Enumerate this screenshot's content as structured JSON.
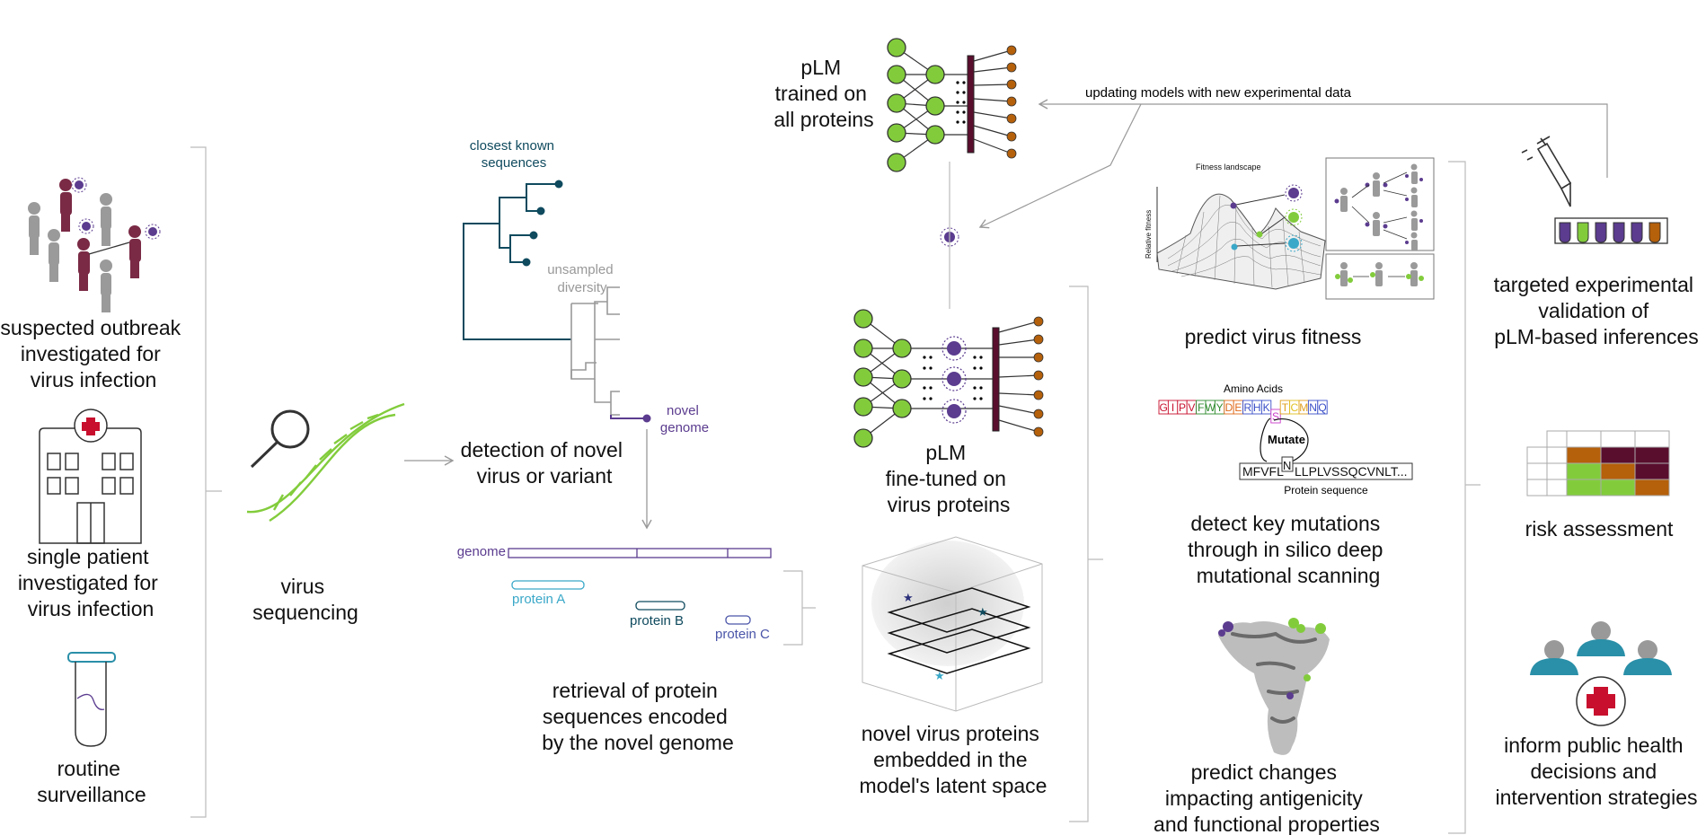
{
  "columns": {
    "input": {
      "outbreak": [
        "suspected outbreak",
        "investigated for",
        "virus infection"
      ],
      "patient": [
        "single patient",
        "investigated for",
        "virus infection"
      ],
      "surveillance": [
        "routine",
        "surveillance"
      ]
    },
    "sequencing": [
      "virus",
      "sequencing"
    ],
    "detection": {
      "tree_closest": [
        "closest known",
        "sequences"
      ],
      "tree_unsampled": [
        "unsampled",
        "diversity"
      ],
      "tree_novel": [
        "novel",
        "genome"
      ],
      "caption": [
        "detection of novel",
        "virus or variant"
      ]
    },
    "retrieval": {
      "genome_label": "genome",
      "protein_a": "protein A",
      "protein_b": "protein B",
      "protein_c": "protein C",
      "caption": [
        "retrieval of protein",
        "sequences encoded",
        "by the novel genome"
      ]
    },
    "models": {
      "base": [
        "pLM",
        "trained on",
        "all proteins"
      ],
      "finetuned": [
        "pLM",
        "fine-tuned on",
        "virus proteins"
      ],
      "latent": [
        "novel virus proteins",
        "embedded in the",
        "model's latent space"
      ],
      "feedback": "updating models with new experimental data"
    },
    "predictions": {
      "fitness_title": "Fitness landscape",
      "fitness_axis": "Relative fitness",
      "fitness": "predict virus fitness",
      "amino_acids_title": "Amino Acids",
      "amino_acids": [
        "G",
        "I",
        "P",
        "V",
        "F",
        "W",
        "Y",
        "D",
        "E",
        "R",
        "H",
        "K",
        "S",
        "T",
        "C",
        "M",
        "N",
        "Q"
      ],
      "mutate": "Mutate",
      "sequence_left": "MFVFL",
      "sequence_mut": "N",
      "sequence_right": "LLPLVSSQCVNLT...",
      "sequence_label": "Protein sequence",
      "mutations": [
        "detect key mutations",
        "through in silico deep",
        "mutational scanning"
      ],
      "antigenicity": [
        "predict changes",
        "impacting antigenicity",
        "and functional properties"
      ]
    },
    "actions": {
      "validation": [
        "targeted experimental",
        "validation of",
        "pLM-based inferences"
      ],
      "risk": "risk assessment",
      "public_health": [
        "inform public health",
        "decisions and",
        "intervention strategies"
      ]
    }
  },
  "colors": {
    "purple": "#5b3c8f",
    "maroon": "#7a2a45",
    "green": "#82cc3c",
    "teal": "#0f4a5e",
    "cyan": "#3aa8c8",
    "grey": "#999999",
    "red": "#c8102e",
    "orange": "#b5600b",
    "wine": "#5a0e2e"
  }
}
